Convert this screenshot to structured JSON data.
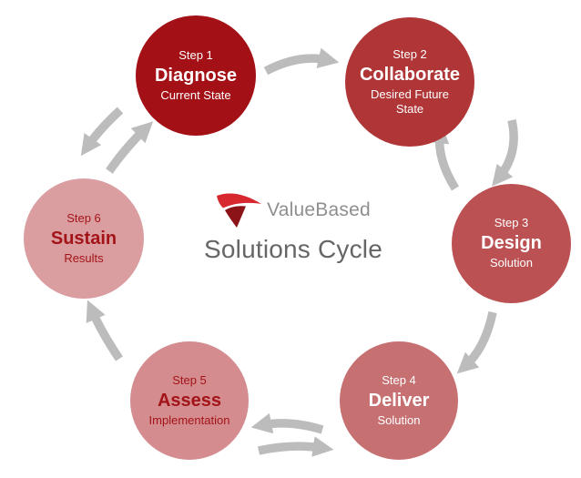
{
  "diagram": {
    "brand": "ValueBased",
    "title": "Solutions Cycle",
    "brand_text_color": "#8F8F8F",
    "title_text_color": "#666666",
    "arrow_color": "#BCBCBC",
    "logo": {
      "swoosh_top_color": "#D7282F",
      "swoosh_bottom_color": "#8C1418"
    },
    "steps": [
      {
        "label": "Step 1",
        "title": "Diagnose",
        "subtitle": "Current State",
        "bg_color": "#A31015",
        "text_color": "#FFFFFF"
      },
      {
        "label": "Step 2",
        "title": "Collaborate",
        "subtitle": "Desired Future State",
        "bg_color": "#AF3537",
        "text_color": "#FFFFFF"
      },
      {
        "label": "Step 3",
        "title": "Design",
        "subtitle": "Solution",
        "bg_color": "#BC5153",
        "text_color": "#FFFFFF"
      },
      {
        "label": "Step 4",
        "title": "Deliver",
        "subtitle": "Solution",
        "bg_color": "#C77072",
        "text_color": "#FFFFFF"
      },
      {
        "label": "Step 5",
        "title": "Assess",
        "subtitle": "Implementation",
        "bg_color": "#D48C8E",
        "text_color": "#A31419"
      },
      {
        "label": "Step 6",
        "title": "Sustain",
        "subtitle": "Results",
        "bg_color": "#DA9EA0",
        "text_color": "#A31419"
      }
    ]
  }
}
